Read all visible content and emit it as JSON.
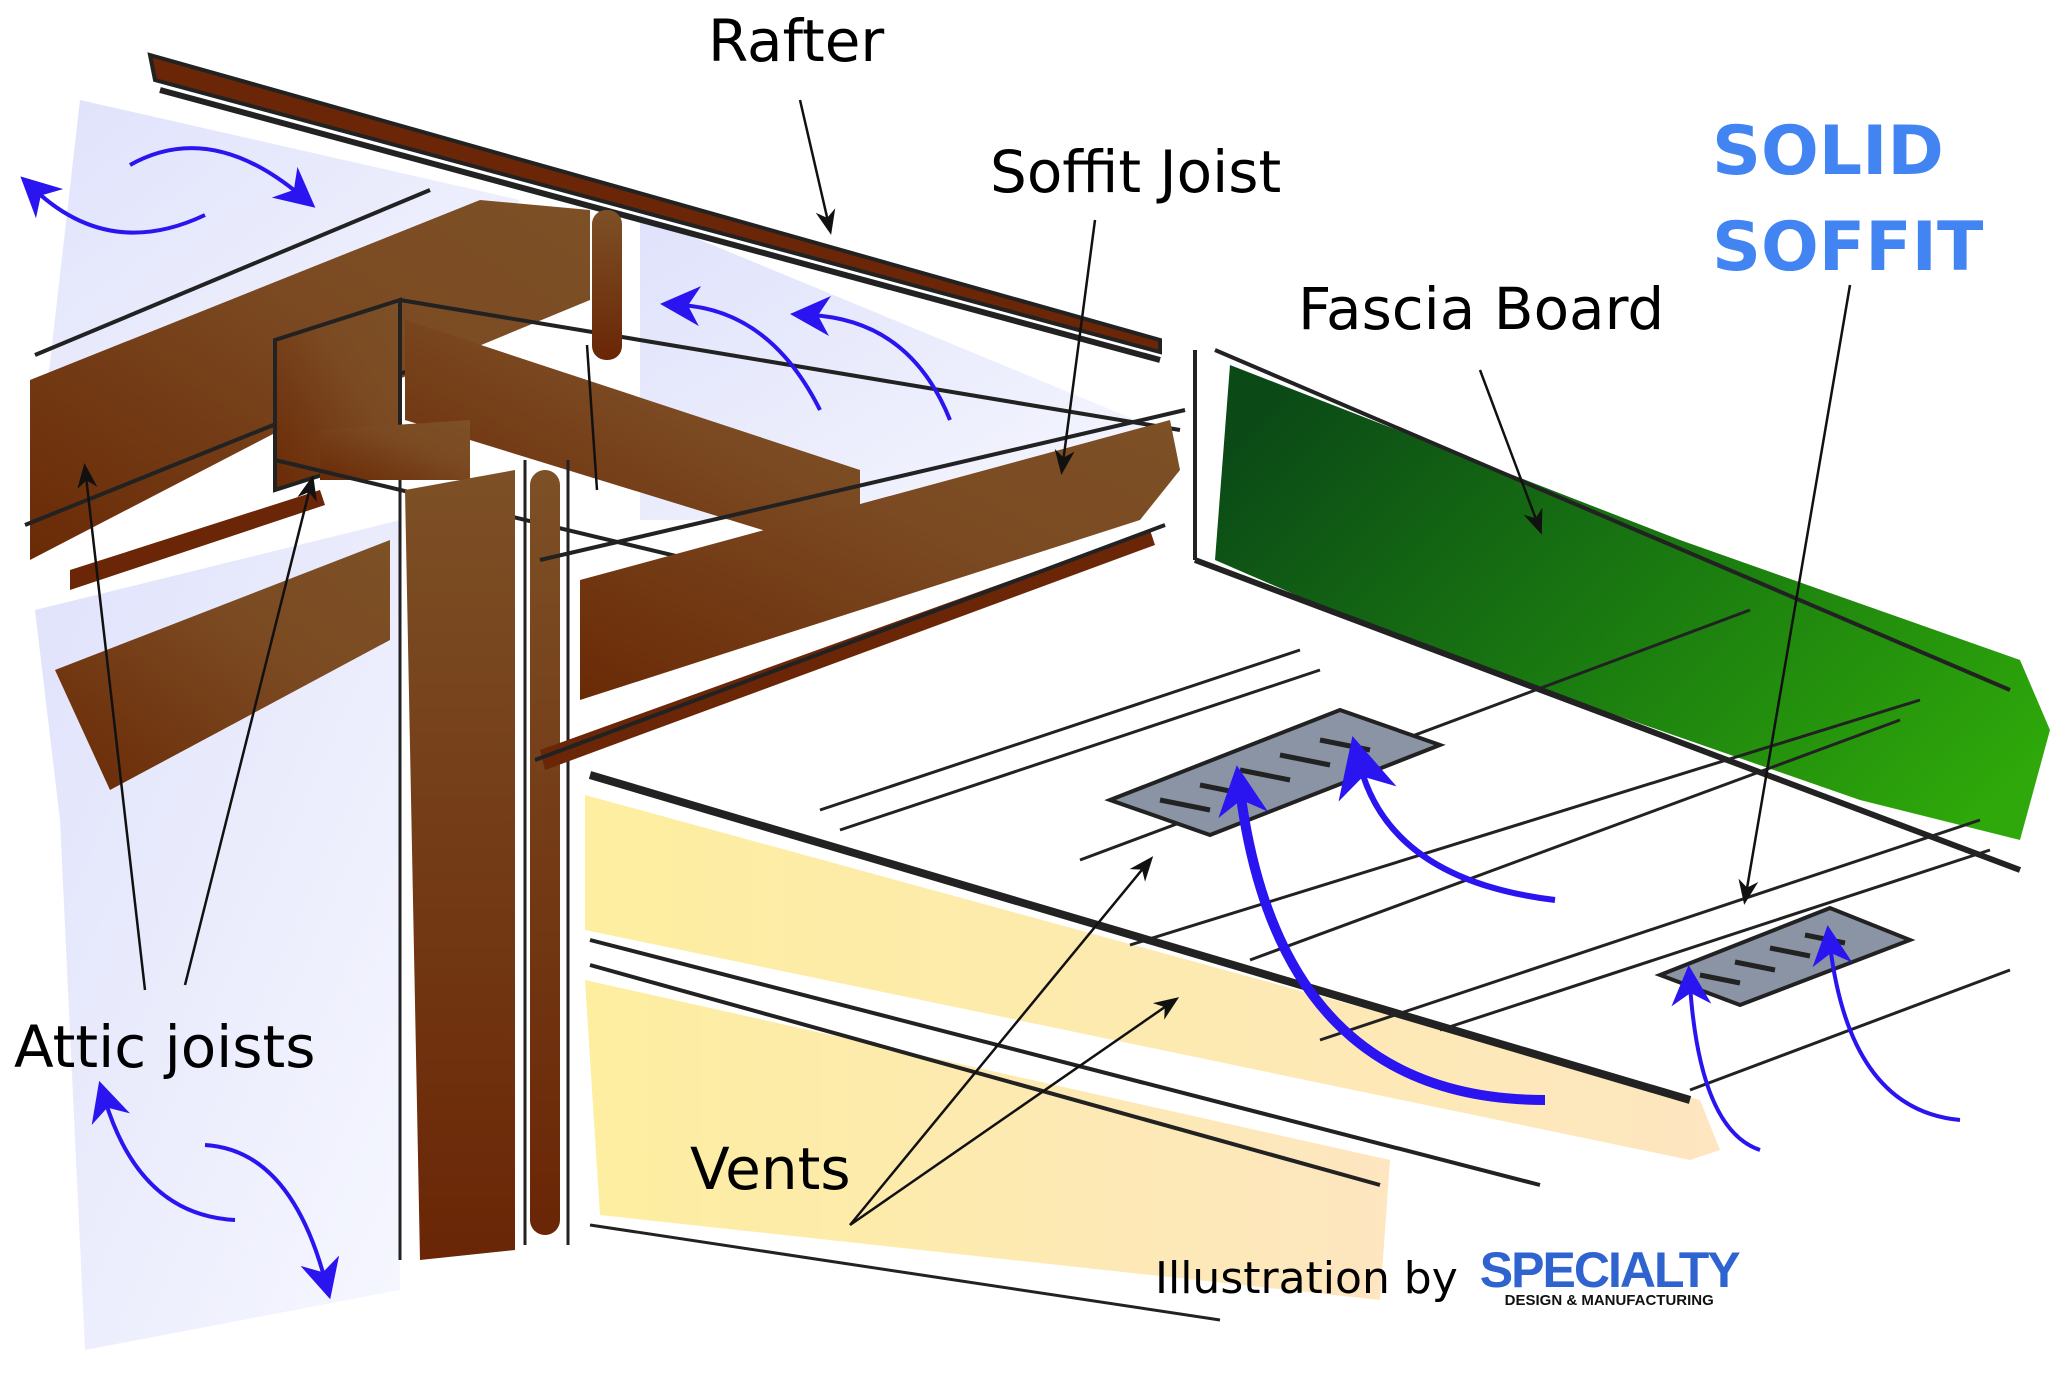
{
  "title": "Solid soffit attic ventilation illustration",
  "labels": {
    "rafter": "Rafter",
    "soffit_joist": "Soffit Joist",
    "fascia_board": "Fascia Board",
    "attic_joists": "Attic joists",
    "vents": "Vents",
    "soffit_type_line1": "SOLID",
    "soffit_type_line2": "SOFFIT"
  },
  "credit": {
    "prefix": "Illustration by",
    "brand": "SPECIALTY",
    "brand_sub": "DESIGN & MANUFACTURING"
  },
  "colors": {
    "wood": "#7b4a22",
    "wood_dark": "#6a2a06",
    "fascia_dark": "#0b4a17",
    "fascia_light": "#2ea80a",
    "air_arrow": "#2a14f0",
    "attic_air": "#e4e6fb",
    "insulation": "#fdeea6",
    "vent_grille": "#8a94a4",
    "soffit_label": "#4384f3",
    "brand": "#2f63d0"
  },
  "airflow": {
    "attic_arrows": 6,
    "vent_arrows": 4,
    "vents_count": 2
  }
}
